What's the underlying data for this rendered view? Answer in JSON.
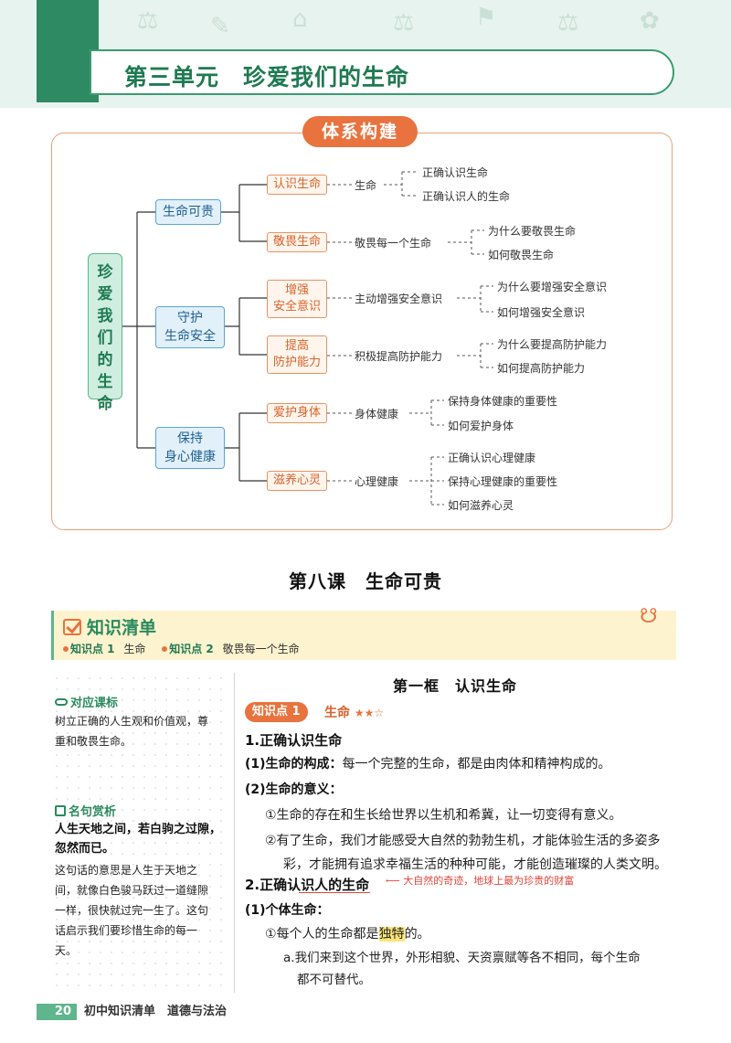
{
  "header": {
    "unit_title": "第三单元　珍爱我们的生命"
  },
  "concept_map": {
    "title": "体系构建",
    "root": [
      "珍",
      "爱",
      "我",
      "们",
      "的",
      "生",
      "命"
    ],
    "branches": [
      {
        "label": "生命可贵",
        "children": [
          {
            "label": "认识生命",
            "middle": "生命",
            "leaves": [
              "正确认识生命",
              "正确认识人的生命"
            ]
          },
          {
            "label": "敬畏生命",
            "middle": "敬畏每一个生命",
            "leaves": [
              "为什么要敬畏生命",
              "如何敬畏生命"
            ]
          }
        ]
      },
      {
        "label": "守护\n生命安全",
        "children": [
          {
            "label": "增强\n安全意识",
            "middle": "主动增强安全意识",
            "leaves": [
              "为什么要增强安全意识",
              "如何增强安全意识"
            ]
          },
          {
            "label": "提高\n防护能力",
            "middle": "积极提高防护能力",
            "leaves": [
              "为什么要提高防护能力",
              "如何提高防护能力"
            ]
          }
        ]
      },
      {
        "label": "保持\n身心健康",
        "children": [
          {
            "label": "爱护身体",
            "middle": "身体健康",
            "leaves": [
              "保持身体健康的重要性",
              "如何爱护身体"
            ]
          },
          {
            "label": "滋养心灵",
            "middle": "心理健康",
            "leaves": [
              "正确认识心理健康",
              "保持心理健康的重要性",
              "如何滋养心灵"
            ]
          }
        ]
      }
    ]
  },
  "lesson": {
    "title": "第八课　生命可贵"
  },
  "knowledge_bar": {
    "title": "知识清单",
    "points": [
      {
        "tag": "知识点 1",
        "name": "生命"
      },
      {
        "tag": "知识点 2",
        "name": "敬畏每一个生命"
      }
    ]
  },
  "sidebar": {
    "standard_heading": "对应课标",
    "standard_text": [
      "树立正确的人生观和价值观，尊",
      "重和敬畏生命。"
    ],
    "quote_heading": "名句赏析",
    "quote_bold": [
      "人生天地之间，若白驹之过隙，",
      "忽然而已。"
    ],
    "quote_text": [
      "这句话的意思是人生于天地之",
      "间，就像白色骏马跃过一道缝隙",
      "一样，很快就过完一生了。这句",
      "话启示我们要珍惜生命的每一",
      "天。"
    ]
  },
  "main": {
    "frame_title": "第一框　认识生命",
    "kp_badge": "知识点 1",
    "kp_name": "生命",
    "kp_stars": "★★☆",
    "s1_title": "1.正确认识生命",
    "s1_p1_label": "(1)生命的构成：",
    "s1_p1_text": "每一个完整的生命，都是由肉体和精神构成的。",
    "s1_p2_label": "(2)生命的意义：",
    "s1_p2_a": "①生命的存在和生长给世界以生机和希冀，让一切变得有意义。",
    "s1_p2_b1": "②有了生命，我们才能感受大自然的勃勃生机，才能体验生活的多姿多",
    "s1_p2_b2": "彩，才能拥有追求幸福生活的种种可能，才能创造璀璨的人类文明。",
    "s2_title": "2.正确认识人的生命",
    "s2_note": "大自然的奇迹，地球上最为珍贵的财富",
    "s2_p1_label": "(1)个体生命：",
    "s2_p1_a_pre": "①每个人的生命都是",
    "s2_p1_a_hl": "独特",
    "s2_p1_a_post": "的。",
    "s2_p1_a_sub1": "a.我们来到这个世界，外形相貌、天资禀赋等各不相同，每个生命",
    "s2_p1_a_sub2": "都不可替代。"
  },
  "footer": {
    "page": "20",
    "text": "初中知识清单　道德与法治"
  }
}
